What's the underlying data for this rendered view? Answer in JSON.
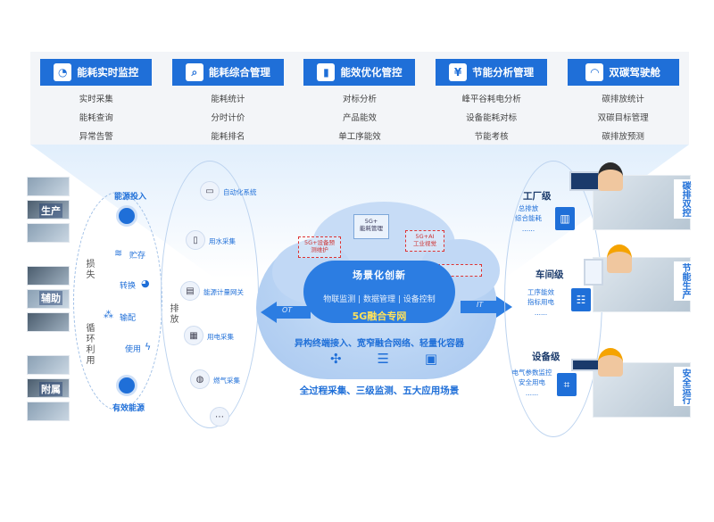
{
  "modules": [
    {
      "title": "能耗实时监控",
      "icon": "monitor-icon",
      "items": [
        "实时采集",
        "能耗查询",
        "异常告警"
      ]
    },
    {
      "title": "能耗综合管理",
      "icon": "analysis-icon",
      "items": [
        "能耗统计",
        "分时计价",
        "能耗排名"
      ]
    },
    {
      "title": "能效优化管控",
      "icon": "bar-chart-icon",
      "items": [
        "对标分析",
        "产品能效",
        "单工序能效"
      ]
    },
    {
      "title": "节能分析管理",
      "icon": "yen-icon",
      "items": [
        "峰平谷耗电分析",
        "设备能耗对标",
        "节能考核"
      ]
    },
    {
      "title": "双碳驾驶舱",
      "icon": "gauge-icon",
      "items": [
        "碳排放统计",
        "双碳目标管理",
        "碳排放预测"
      ]
    }
  ],
  "left": {
    "photo_labels": [
      "生产",
      "辅助",
      "附属"
    ],
    "flow_top": "能源投入",
    "flow_bottom": "有效能源",
    "flow_items": [
      "贮存",
      "转换",
      "输配",
      "使用"
    ],
    "loss_label": "损失",
    "recycle_label": "循环利用",
    "emission_label": "排放"
  },
  "devices": [
    "自动化系统",
    "用水采集",
    "能源计量网关",
    "用电采集",
    "燃气采集"
  ],
  "cloud": {
    "box_mgmt": "5G+\n能耗管理",
    "box_maintenance": "5G+设备预\n测维护",
    "box_ai": "5G+AI\n工业视觉",
    "title": "场景化创新",
    "tags": "物联监测 | 数据管理 | 设备控制",
    "network": "5G融合专网",
    "left_arrow": "OT",
    "right_arrow": "IT",
    "caption1": "异构终端接入、宽窄融合网络、轻量化容器",
    "caption2": "全过程采集、三级监测、五大应用场景"
  },
  "levels": [
    {
      "title": "工厂级",
      "sub": [
        "总排放",
        "综合能耗",
        "......"
      ],
      "tag": "碳排双控"
    },
    {
      "title": "车间级",
      "sub": [
        "工序能效",
        "指标用电",
        "......"
      ],
      "tag": "节能生产"
    },
    {
      "title": "设备级",
      "sub": [
        "电气参数监控",
        "安全用电",
        "......"
      ],
      "tag": "安全运行"
    }
  ],
  "colors": {
    "accent": "#1f6fd8",
    "highlight": "#ffe25b"
  }
}
